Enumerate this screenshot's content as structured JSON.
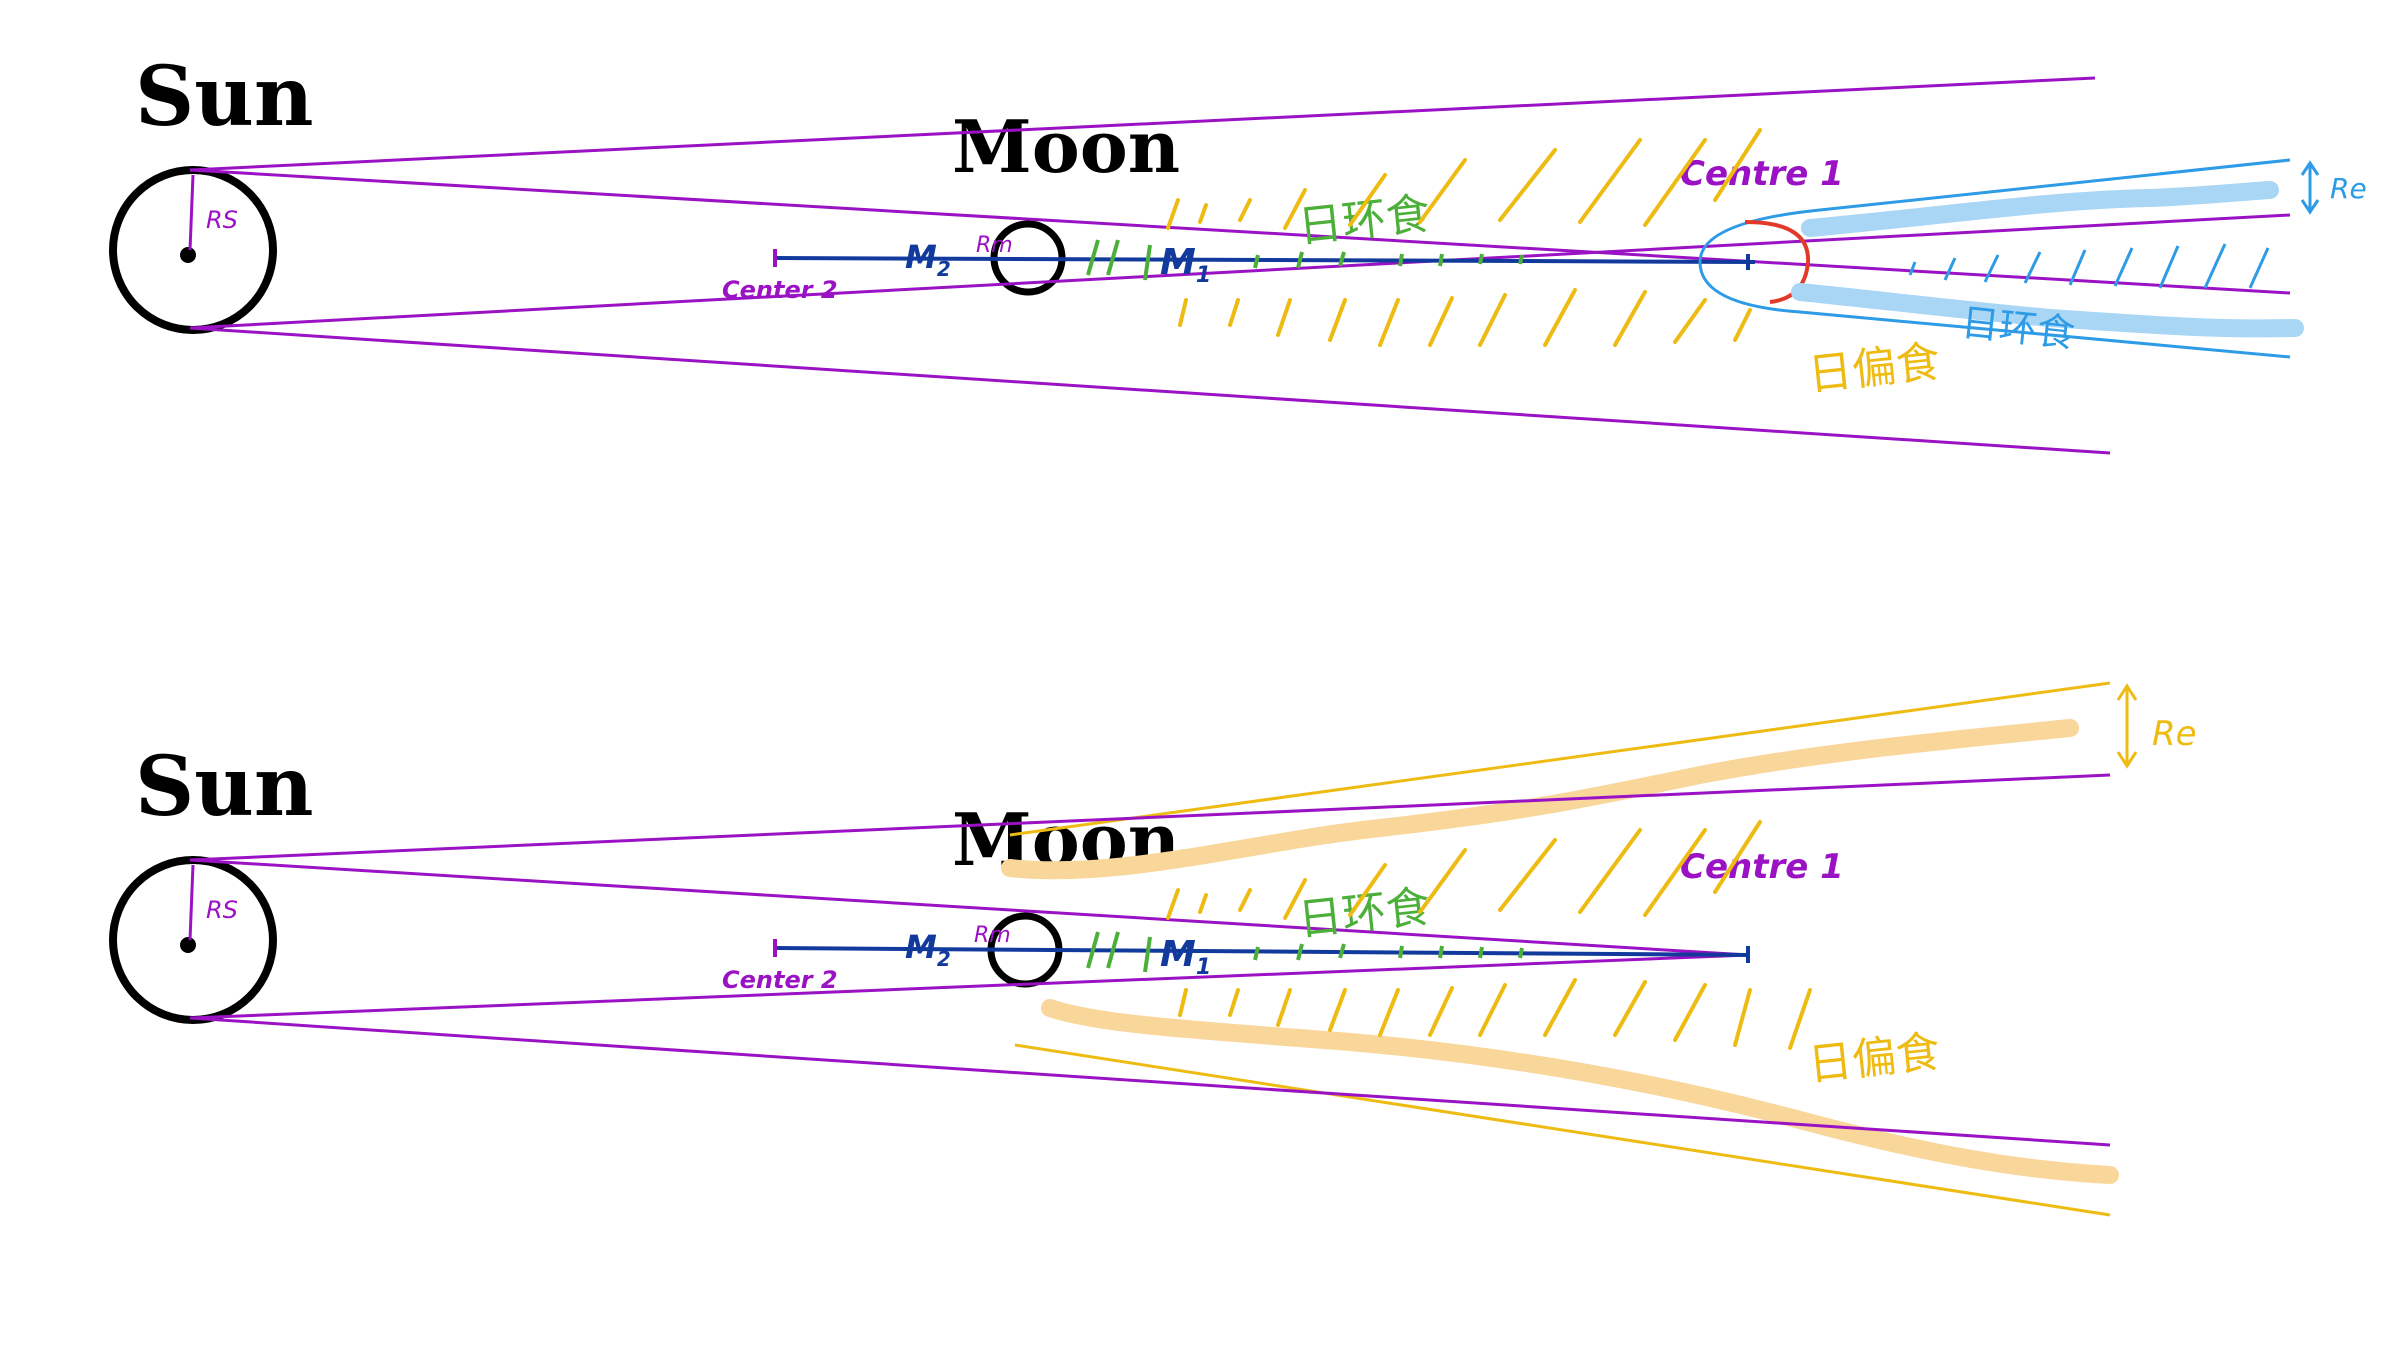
{
  "colors": {
    "ink": "#000000",
    "purple": "#9a12c4",
    "navy": "#123a9c",
    "green": "#4caf3a",
    "yellow": "#eebb12",
    "blue": "#2d9be6",
    "light_blue": "#a9d6f5",
    "red": "#e23a2a",
    "peach": "#f9d69a"
  },
  "diagram_top": {
    "sun_label": "Sun",
    "moon_label": "Moon",
    "rs_label": "RS",
    "rm_label": "Rm",
    "center1_label": "Centre 1",
    "center2_label": "Center 2",
    "m1_label": "M",
    "m1_sub": "1",
    "m2_label": "M",
    "m2_sub": "2",
    "total_eclipse_label": "日环食",
    "partial_eclipse_label": "日偏食",
    "total_eclipse_blue_label": "日环食",
    "re_label": "Re"
  },
  "diagram_bottom": {
    "sun_label": "Sun",
    "moon_label": "Moon",
    "rs_label": "RS",
    "rm_label": "Rm",
    "center1_label": "Centre 1",
    "center2_label": "Center 2",
    "m1_label": "M",
    "m1_sub": "1",
    "m2_label": "M",
    "m2_sub": "2",
    "total_eclipse_label": "日环食",
    "partial_eclipse_label": "日偏食",
    "re_label": "Re"
  }
}
